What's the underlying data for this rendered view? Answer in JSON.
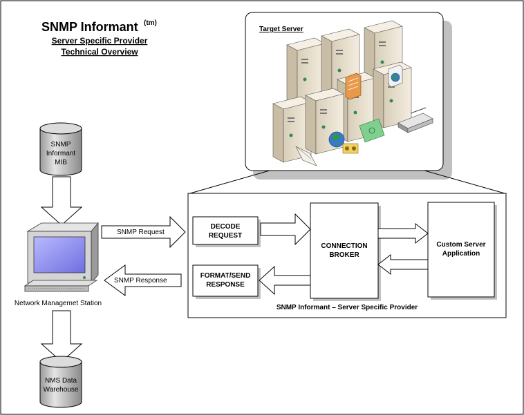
{
  "title": {
    "main": "SNMP Informant",
    "superscript": "(tm)",
    "subtitle_line1": "Server Specific Provider",
    "subtitle_line2": "Technical Overview"
  },
  "target_server": {
    "label": "Target Server"
  },
  "mib_db": {
    "line1": "SNMP",
    "line2": "Informant",
    "line3": "MIB"
  },
  "nms": {
    "label": "Network Managemet Station"
  },
  "warehouse_db": {
    "line1": "NMS Data",
    "line2": "Warehouse"
  },
  "arrows": {
    "request": "SNMP Request",
    "response": "SNMP Response"
  },
  "provider": {
    "caption": "SNMP Informant – Server Specific Provider",
    "decode_line1": "DECODE",
    "decode_line2": "REQUEST",
    "format_line1": "FORMAT/SEND",
    "format_line2": "RESPONSE",
    "broker_line1": "CONNECTION",
    "broker_line2": "BROKER",
    "custom_line1": "Custom Server",
    "custom_line2": "Application"
  },
  "colors": {
    "border": "#000000",
    "shadow": "#c0c0c0",
    "cylinder_fill": "#c8c8c8",
    "server_fill": "#efe6d2",
    "screen_fill": "#8d8df0"
  }
}
